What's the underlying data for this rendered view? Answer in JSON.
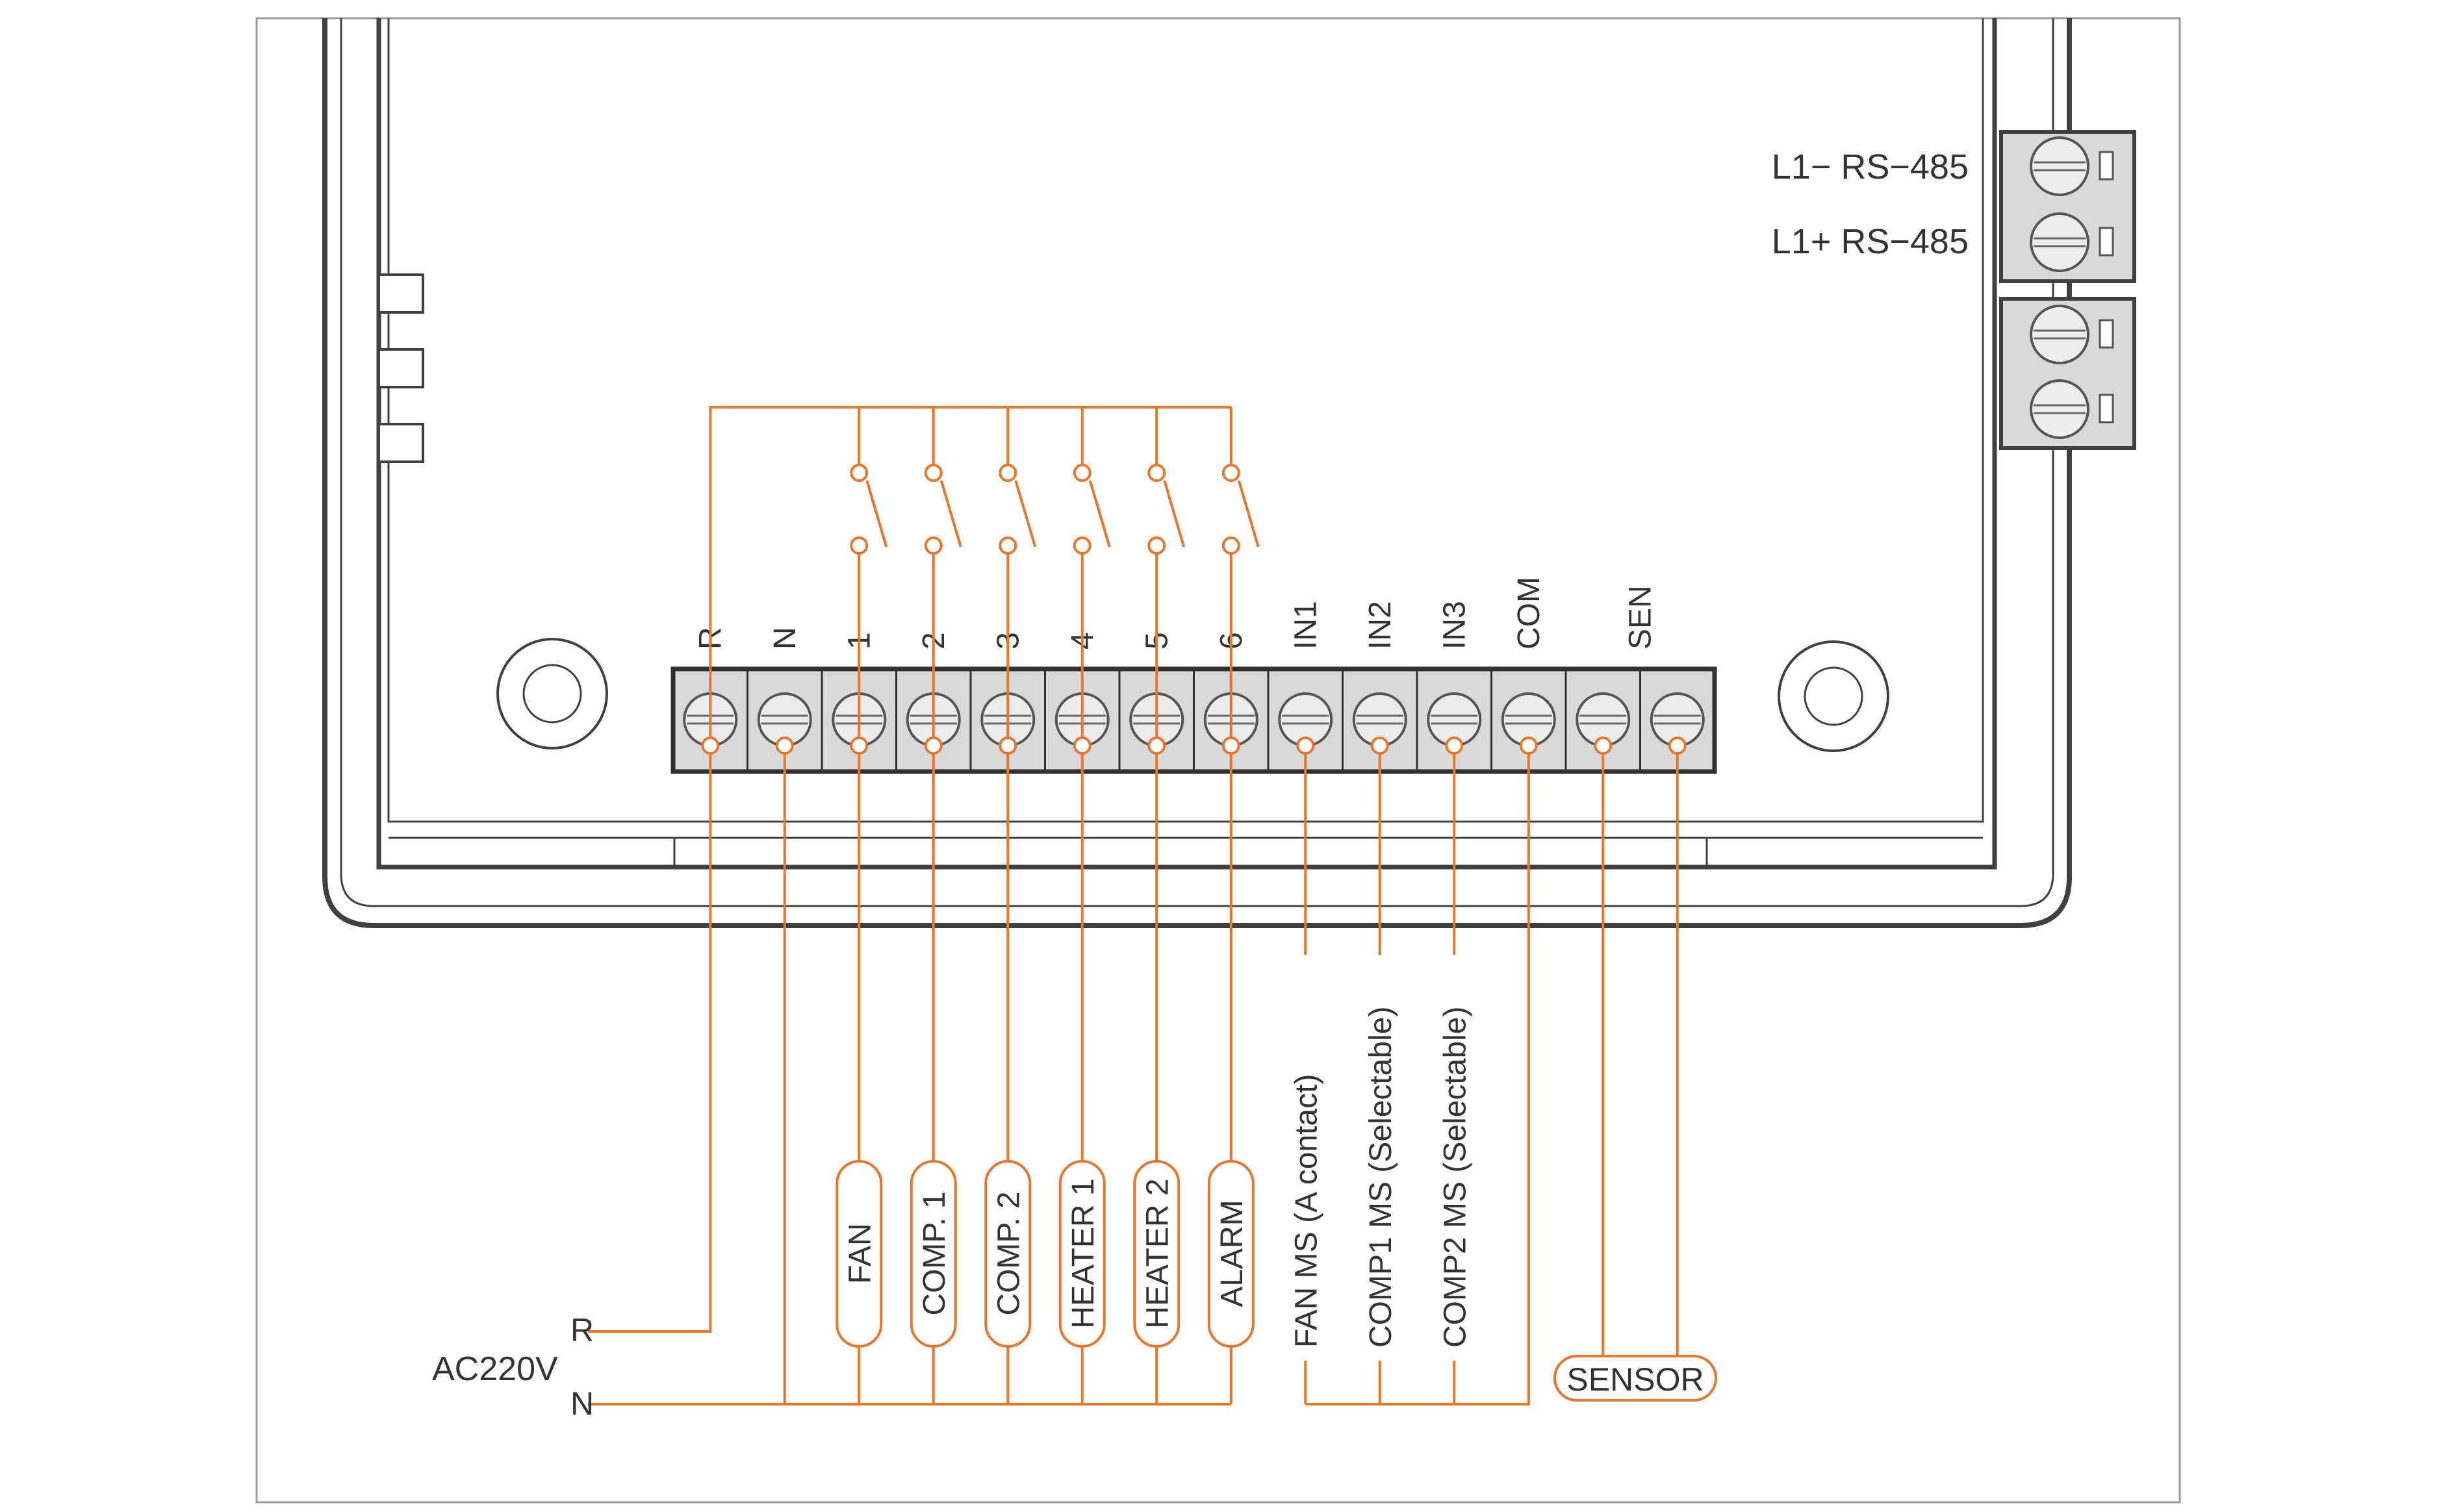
{
  "terminal_labels": [
    "R",
    "N",
    "1",
    "2",
    "3",
    "4",
    "5",
    "6",
    "IN1",
    "IN2",
    "IN3",
    "COM",
    "SEN"
  ],
  "output_loads": [
    "FAN",
    "COMP. 1",
    "COMP. 2",
    "HEATER 1",
    "HEATER 2",
    "ALARM"
  ],
  "input_labels": [
    "FAN MS (A contact)",
    "COMP1 MS (Selectable)",
    "COMP2 MS (Selectable)"
  ],
  "sensor_label": "SENSOR",
  "power": {
    "voltage_label": "AC220V",
    "r_label": "R",
    "n_label": "N"
  },
  "comm": {
    "l1_minus": "L1− RS−485",
    "l1_plus": "L1+ RS−485"
  },
  "colors": {
    "wire": "#e8772e",
    "frame": "#404040",
    "terminal_fill": "#d9d9d9",
    "text": "#333333"
  }
}
